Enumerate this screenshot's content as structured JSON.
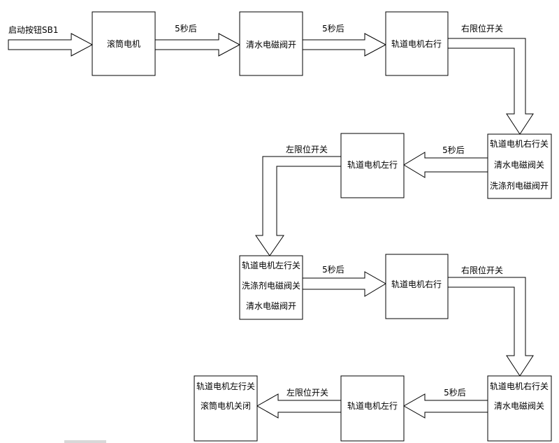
{
  "start_label": "启动按钮SB1",
  "boxes": {
    "drum_motor": "滚筒电机",
    "clean_valve_open_1": "清水电磁阀开",
    "rail_right_1": "轨道电机右行",
    "step2": [
      "轨道电机右行关",
      "清水电磁阀关",
      "洗涤剂电磁阀开"
    ],
    "rail_left_1": "轨道电机左行",
    "step4": [
      "轨道电机左行关",
      "洗涤剂电磁阀关",
      "清水电磁阀开"
    ],
    "rail_right_2": "轨道电机右行",
    "step6": [
      "轨道电机右行关",
      "清水电磁阀关"
    ],
    "rail_left_2": "轨道电机左行",
    "final": [
      "轨道电机左行关",
      "滚筒电机关闭"
    ]
  },
  "edge_labels": {
    "delay": "5秒后",
    "right_limit": "右限位开关",
    "left_limit": "左限位开关"
  }
}
